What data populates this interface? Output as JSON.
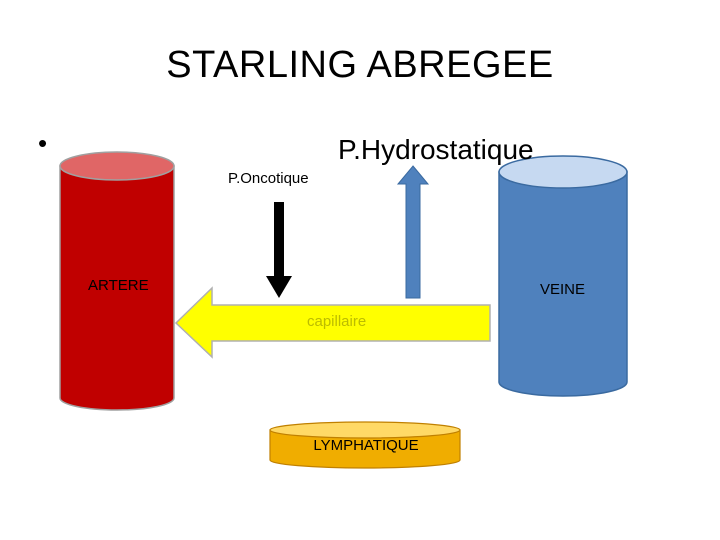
{
  "slide": {
    "title": "STARLING ABREGEE",
    "bullet": "•"
  },
  "labels": {
    "hydrostatic": "P.Hydrostatique",
    "oncotic": "P.Oncotique",
    "artery": "ARTERE",
    "vein": "VEINE",
    "capillary": "capillaire",
    "lymphatic": "LYMPHATIQUE"
  },
  "colors": {
    "artery_body": "#c00000",
    "artery_top": "#e06666",
    "vein_body": "#4f81bd",
    "vein_top": "#c6d9f1",
    "capillary_arrow": "#ffff00",
    "hydro_arrow": "#4f81bd",
    "onco_arrow": "#000000",
    "lymph_body": "#f0ad00",
    "lymph_top": "#ffd966"
  }
}
